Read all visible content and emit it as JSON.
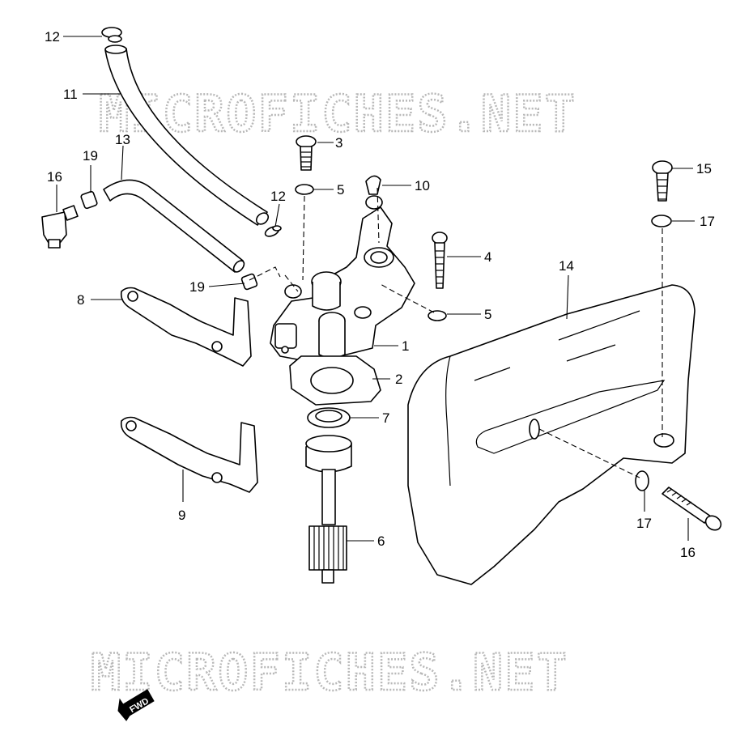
{
  "watermark": "MICROFICHES.NET",
  "fwd_label": "FWD",
  "callouts": {
    "c1": "1",
    "c2": "2",
    "c3": "3",
    "c4": "4",
    "c5a": "5",
    "c5b": "5",
    "c6": "6",
    "c7": "7",
    "c8": "8",
    "c9": "9",
    "c10": "10",
    "c11": "11",
    "c12a": "12",
    "c12b": "12",
    "c13": "13",
    "c14": "14",
    "c15": "15",
    "c16a": "16",
    "c16b": "16",
    "c17a": "17",
    "c17b": "17",
    "c19a": "19",
    "c19b": "19"
  }
}
